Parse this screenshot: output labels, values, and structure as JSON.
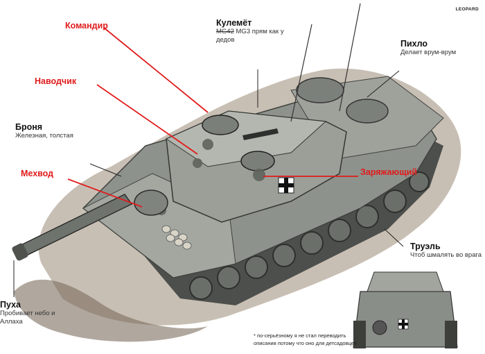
{
  "brand": "LEOPARD",
  "labels": {
    "commander": {
      "title": "Командир"
    },
    "gunner": {
      "title": "Наводчик"
    },
    "driver": {
      "title": "Мехвод"
    },
    "loader": {
      "title": "Заряжающий"
    },
    "armor": {
      "title": "Броня",
      "desc": "Железная, толстая"
    },
    "mg": {
      "title": "Кулемёт",
      "desc_struck": "MG42",
      "desc": " MG3 прям как у дедов"
    },
    "engine": {
      "title": "Пихло",
      "desc": "Делает врум-врум"
    },
    "track": {
      "title": "Труэль",
      "desc": "Чтоб шмалять во врага"
    },
    "gun": {
      "title": "Пуха",
      "desc": "Пробивает небо и Аллаха"
    }
  },
  "footnote": "* по-серьёзному я не стал переводить описания потому что оно для детсадовцев",
  "colors": {
    "accent_red": "#e01b1b",
    "tank_body": "#8e928c",
    "ground": "#8c7c6a"
  }
}
